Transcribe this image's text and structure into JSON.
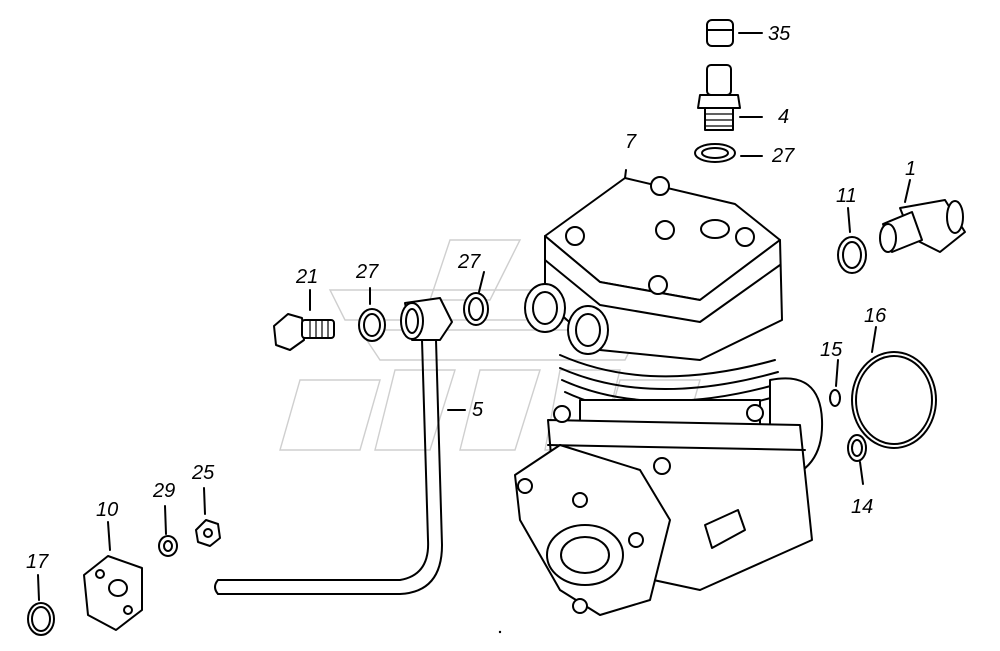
{
  "callouts": {
    "p35": "35",
    "p4": "4",
    "p27a": "27",
    "p7": "7",
    "p1": "1",
    "p11": "11",
    "p21": "21",
    "p27b": "27",
    "p27c": "27",
    "p16": "16",
    "p15": "15",
    "p5": "5",
    "p14": "14",
    "p29": "29",
    "p25": "25",
    "p10": "10",
    "p17": "17"
  },
  "colors": {
    "ink": "#000000",
    "background": "#ffffff",
    "watermark": "#cfcfcf"
  }
}
